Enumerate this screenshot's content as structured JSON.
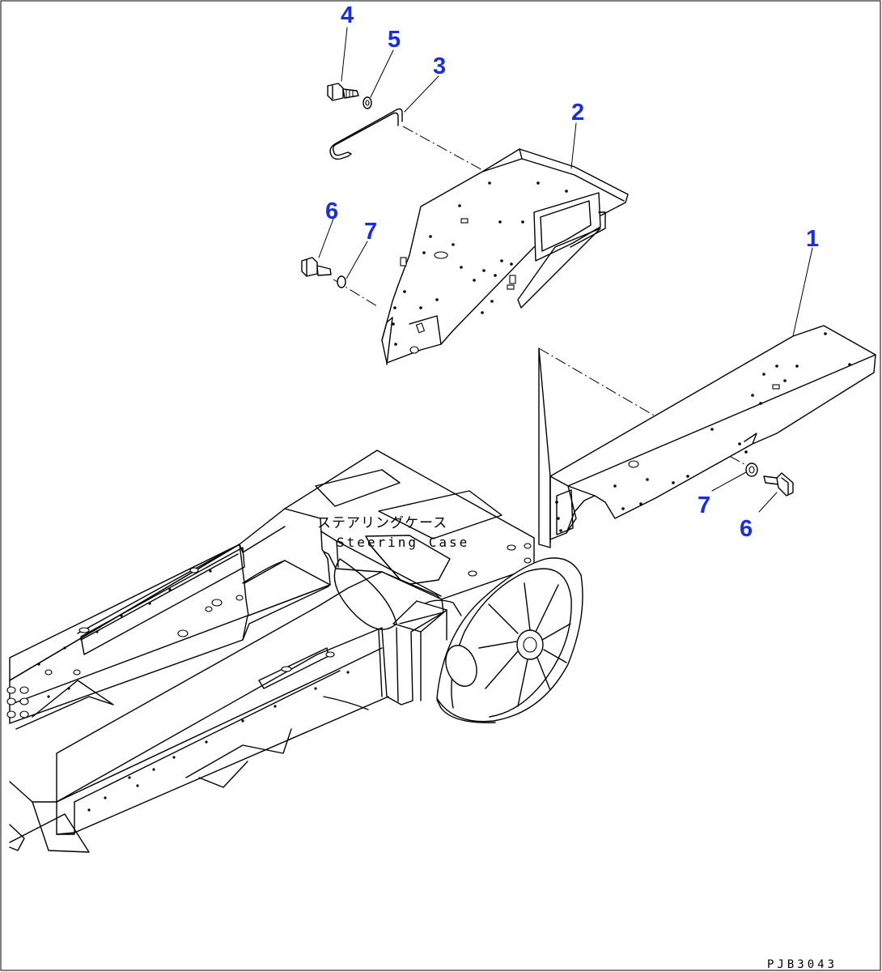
{
  "diagram": {
    "callouts": {
      "c1": "1",
      "c2": "2",
      "c3": "3",
      "c4": "4",
      "c5": "5",
      "c6_top": "6",
      "c7_top": "7",
      "c6_right": "6",
      "c7_right": "7"
    },
    "frame_label_jp": "ステアリングケース",
    "frame_label_en": "Steering Case",
    "drawing_code": "PJB3043",
    "callout_color": "#1a2ee0"
  }
}
